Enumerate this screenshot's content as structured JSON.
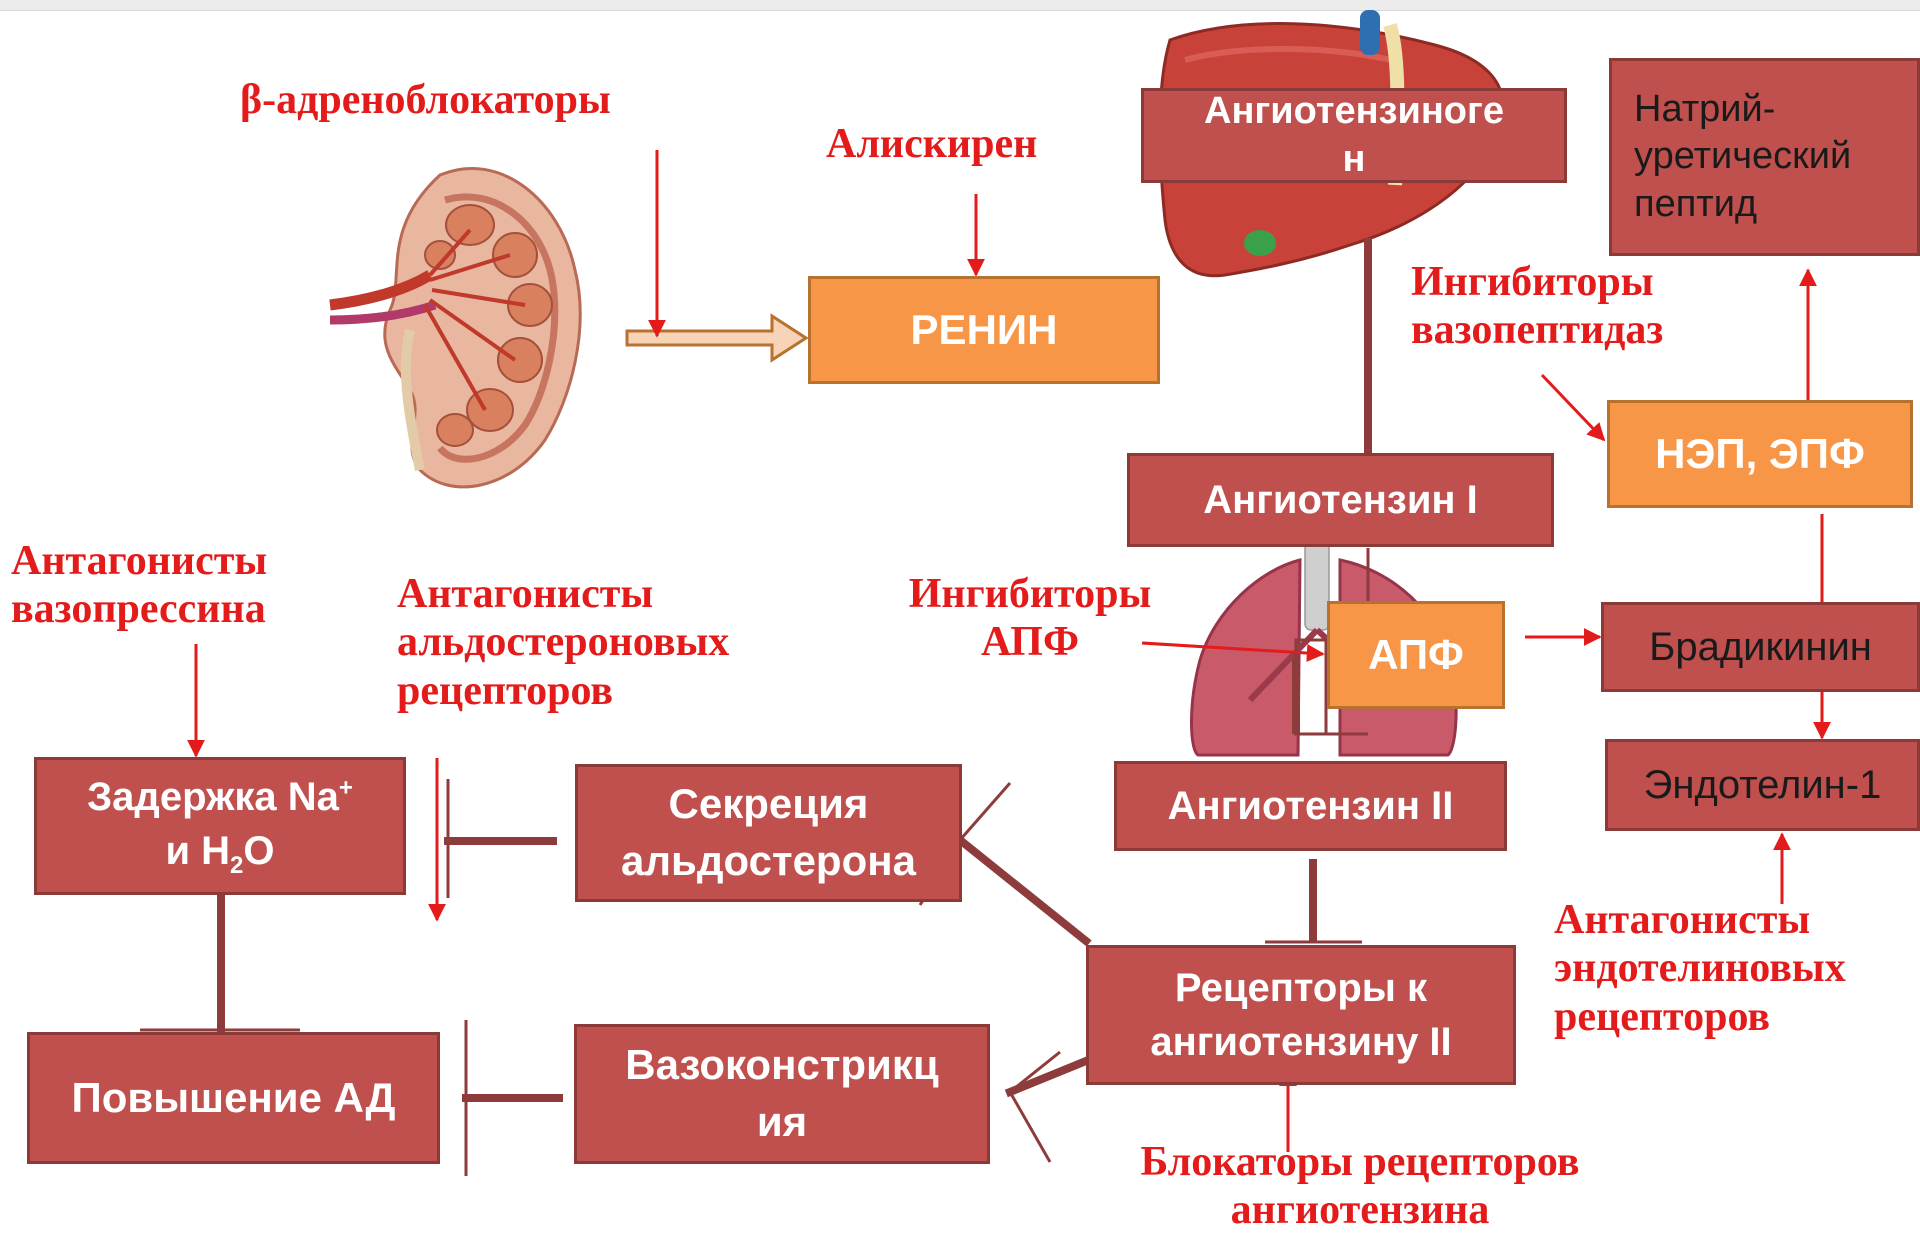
{
  "labels": {
    "beta_blockers": "β-адреноблокаторы",
    "aliskiren": "Алискирен",
    "vasopeptidase_inhibitors": [
      "Ингибиторы",
      "вазопептидаз"
    ],
    "vasopressin_antagonists": [
      "Антагонисты",
      "вазопрессина"
    ],
    "aldosterone_antagonists": [
      "Антагонисты",
      "альдостероновых",
      "рецепторов"
    ],
    "ace_inhibitors": [
      "Ингибиторы",
      "АПФ"
    ],
    "endothelin_antagonists": [
      "Антагонисты",
      "эндотелиновых",
      "рецепторов"
    ],
    "at_receptor_blockers": [
      "Блокаторы рецепторов",
      "ангиотензина"
    ]
  },
  "boxes": {
    "angiotensinogen": [
      "Ангиотензиноге",
      "н"
    ],
    "natriuretic_peptide": [
      "Натрий-",
      "уретический",
      "пептид"
    ],
    "renin": "РЕНИН",
    "nep_ace": "НЭП, ЭПФ",
    "angiotensin_1": "Ангиотензин I",
    "ace": "АПФ",
    "bradykinin": "Брадикинин",
    "endothelin": "Эндотелин-1",
    "na_retention": {
      "line1": "Задержка Na",
      "line1_sup": "+",
      "line2_a": "и H",
      "line2_sub": "2",
      "line2_b": "O"
    },
    "aldosterone_secretion": [
      "Секреция",
      "альдостерона"
    ],
    "angiotensin_2": "Ангиотензин II",
    "bp_increase": "Повышение АД",
    "vasoconstriction": [
      "Вазоконстрикц",
      "ия"
    ],
    "at2_receptors": [
      "Рецепторы к",
      "ангиотензину II"
    ]
  },
  "colors": {
    "box_fill": "#c0504d",
    "box_border": "#8c3a38",
    "enzyme_fill": "#f79646",
    "arrow_red": "#e41b1b",
    "connector": "#8e3b3b"
  }
}
